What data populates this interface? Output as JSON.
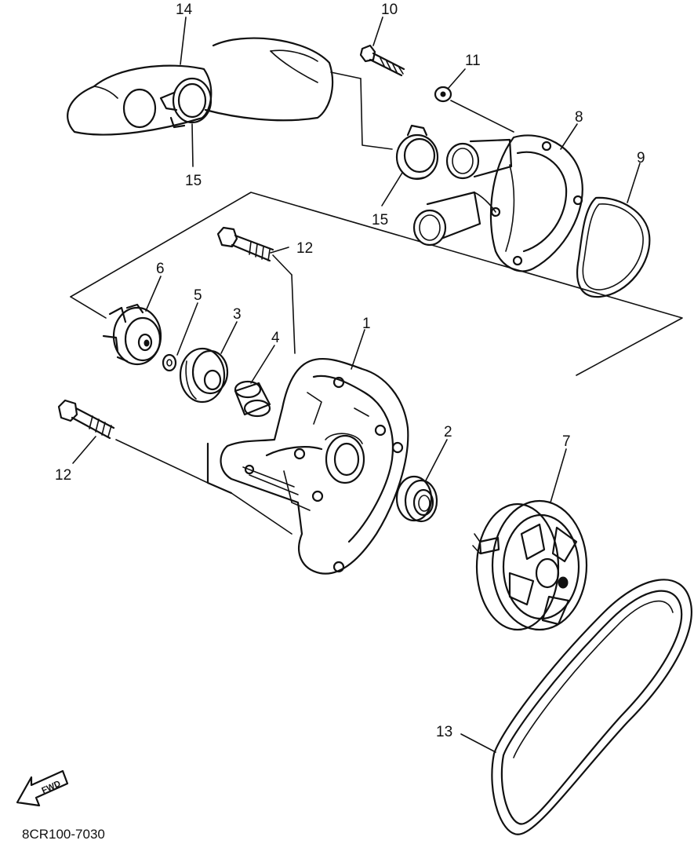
{
  "labels": {
    "p1": "1",
    "p2": "2",
    "p3": "3",
    "p4": "4",
    "p5": "5",
    "p6": "6",
    "p7": "7",
    "p8": "8",
    "p9": "9",
    "p10": "10",
    "p11": "11",
    "p12a": "12",
    "p12b": "12",
    "p13": "13",
    "p14": "14",
    "p15a": "15",
    "p15b": "15"
  },
  "fwd_label": "FWD",
  "diagram_code": "8CR100-7030"
}
